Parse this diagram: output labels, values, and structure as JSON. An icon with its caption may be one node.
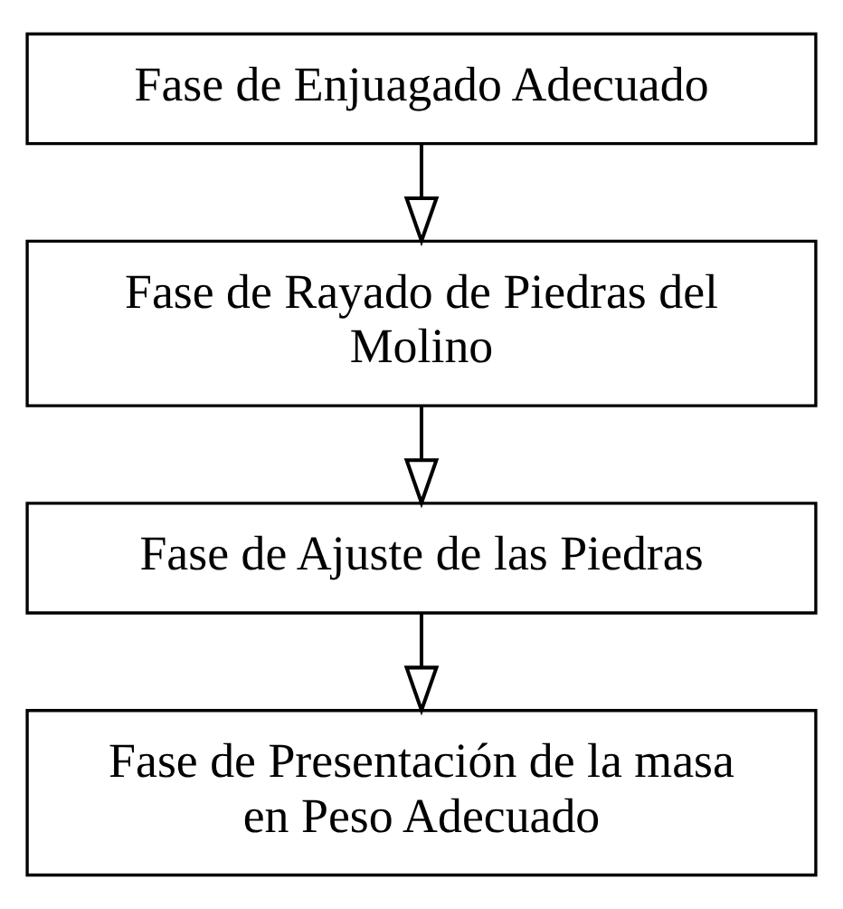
{
  "diagram": {
    "nodes": [
      {
        "text": [
          "Fase de Enjuagado Adecuado"
        ]
      },
      {
        "text": [
          "Fase de Rayado de Piedras del Molino"
        ]
      },
      {
        "text": [
          "Fase de Ajuste de las Piedras"
        ]
      },
      {
        "text": [
          "Fase de Presentación de la masa en Peso Adecuado"
        ]
      }
    ],
    "edges": [
      {
        "from": 0,
        "to": 1,
        "arrow": "to"
      },
      {
        "from": 1,
        "to": 2,
        "arrow": "to"
      },
      {
        "from": 2,
        "to": 3,
        "arrow": "to"
      }
    ]
  }
}
